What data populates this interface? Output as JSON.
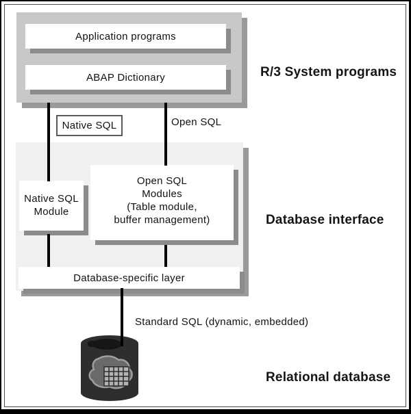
{
  "colors": {
    "container_gray": "#c8c8c8",
    "interface_gray": "#f0f0f0",
    "box_shadow_gray": "#8c8c8c",
    "container_shadow_gray": "#9a9a9a",
    "connector_black": "#000000",
    "cylinder_dark": "#2e2e2e",
    "cylinder_blob_gray": "#6a6a6a"
  },
  "r3_section": {
    "label": "R/3 System programs",
    "application_programs": "Application programs",
    "abap_dictionary": "ABAP Dictionary"
  },
  "connectors": {
    "native_sql_label": "Native SQL",
    "open_sql_label": "Open SQL",
    "standard_sql_label": "Standard SQL (dynamic, embedded)"
  },
  "interface_section": {
    "label": "Database interface",
    "native_sql_module": {
      "lines": [
        "Native SQL",
        "Module"
      ]
    },
    "open_sql_modules": {
      "lines": [
        "Open SQL",
        "Modules",
        "(Table module,",
        "buffer management)"
      ]
    },
    "database_specific_layer": "Database-specific layer"
  },
  "database_section": {
    "label": "Relational database",
    "icon": "database-cylinder-icon"
  }
}
